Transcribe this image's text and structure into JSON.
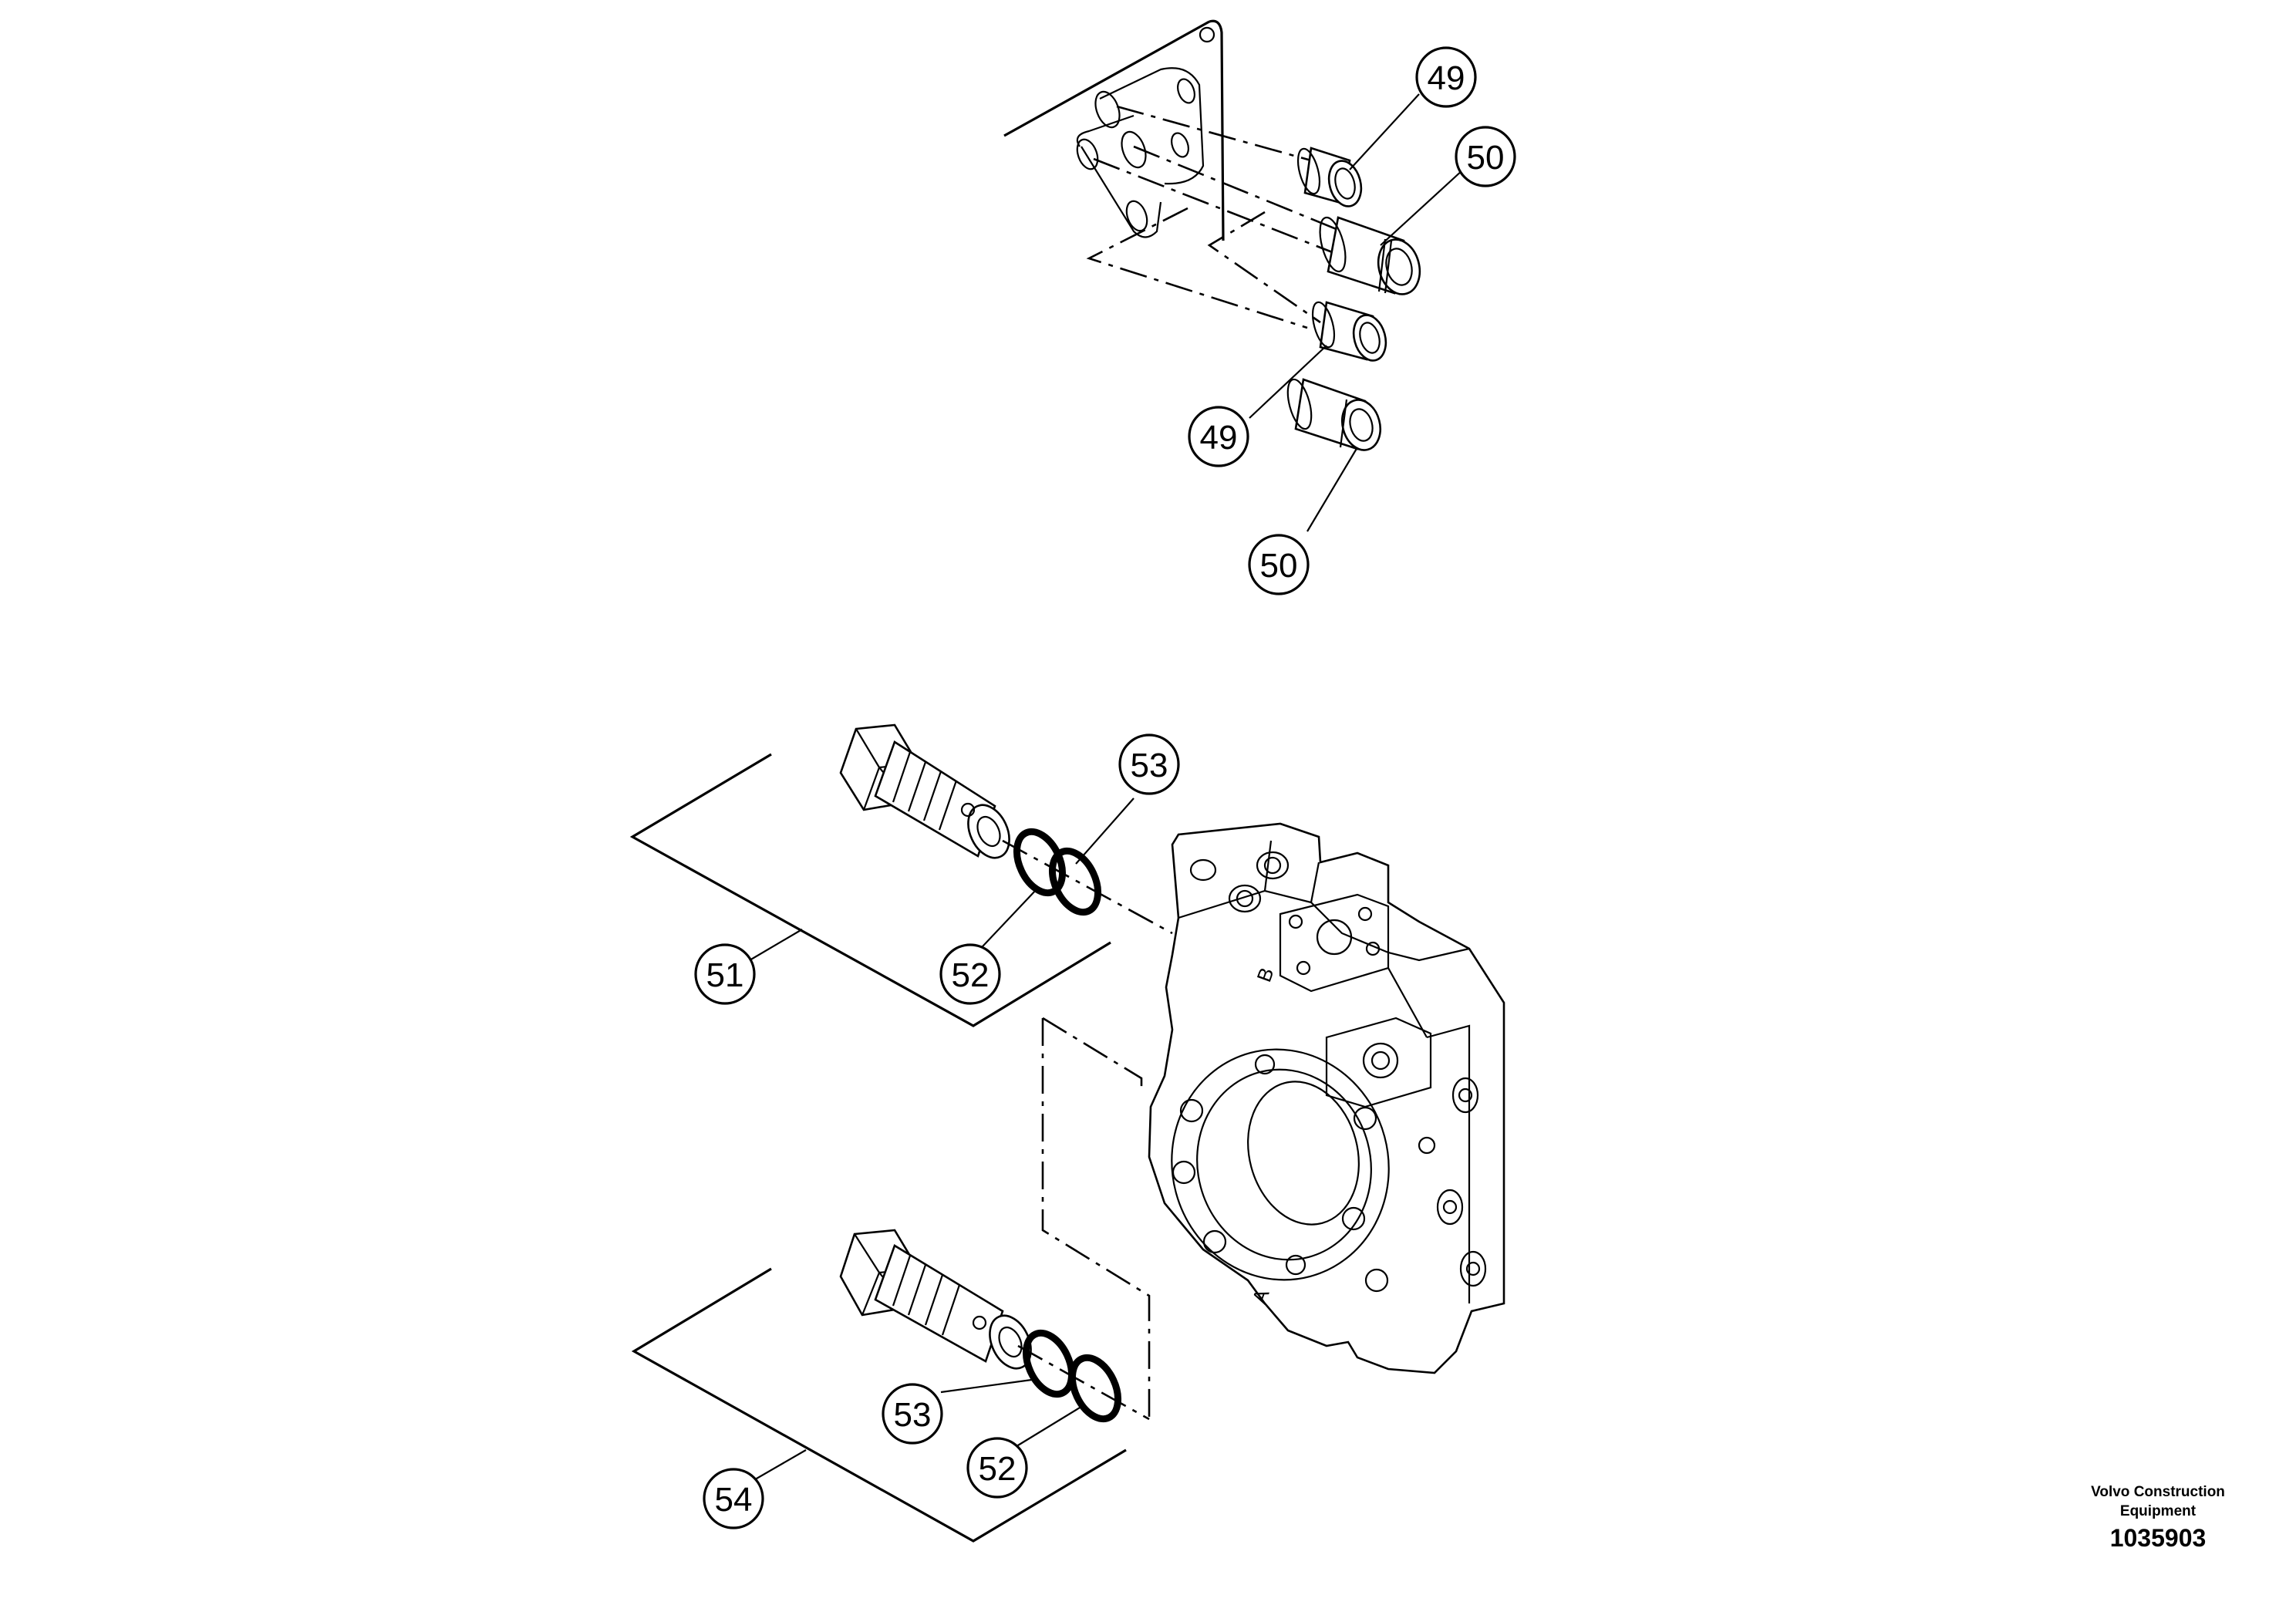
{
  "diagram": {
    "callouts": [
      {
        "id": "c49a",
        "label": "49"
      },
      {
        "id": "c50a",
        "label": "50"
      },
      {
        "id": "c49b",
        "label": "49"
      },
      {
        "id": "c50b",
        "label": "50"
      },
      {
        "id": "c53a",
        "label": "53"
      },
      {
        "id": "c51",
        "label": "51"
      },
      {
        "id": "c52a",
        "label": "52"
      },
      {
        "id": "c53b",
        "label": "53"
      },
      {
        "id": "c52b",
        "label": "52"
      },
      {
        "id": "c54",
        "label": "54"
      }
    ],
    "housing_port_marks": [
      "B",
      "A"
    ]
  },
  "footer": {
    "brand_line1": "Volvo Construction",
    "brand_line2": "Equipment",
    "doc_number": "1035903"
  }
}
